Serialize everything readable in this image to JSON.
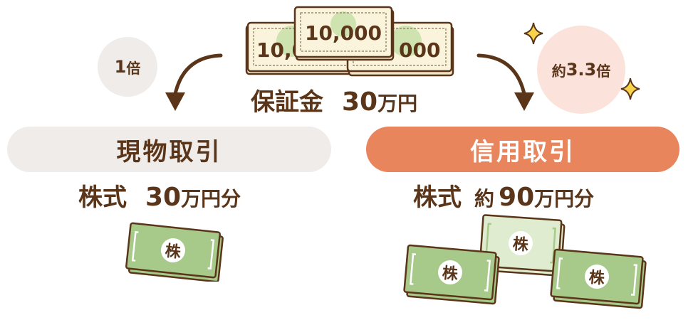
{
  "deposit": {
    "label": "保証金",
    "amount": "30",
    "unit": "万円"
  },
  "banknote": {
    "value": "10,000",
    "left_partial": "10,0",
    "right_partial": "000"
  },
  "stock_char": "株",
  "left": {
    "ratio_number": "1",
    "ratio_unit": "倍",
    "title": "現物取引",
    "stock": "株式",
    "amount": "30",
    "unit": "万円分"
  },
  "right": {
    "ratio_prefix": "約",
    "ratio_number": "3.3",
    "ratio_unit": "倍",
    "title": "信用取引",
    "stock": "株式",
    "approx": "約",
    "amount": "90",
    "unit": "万円分"
  },
  "colors": {
    "brown": "#5a3519",
    "grey_fill": "#efecea",
    "orange": "#e8855c",
    "pink": "#fbe3dc",
    "note_cream": "#faf4dc",
    "stock_green": "#a7c98a",
    "stock_light": "#dfeccf"
  }
}
